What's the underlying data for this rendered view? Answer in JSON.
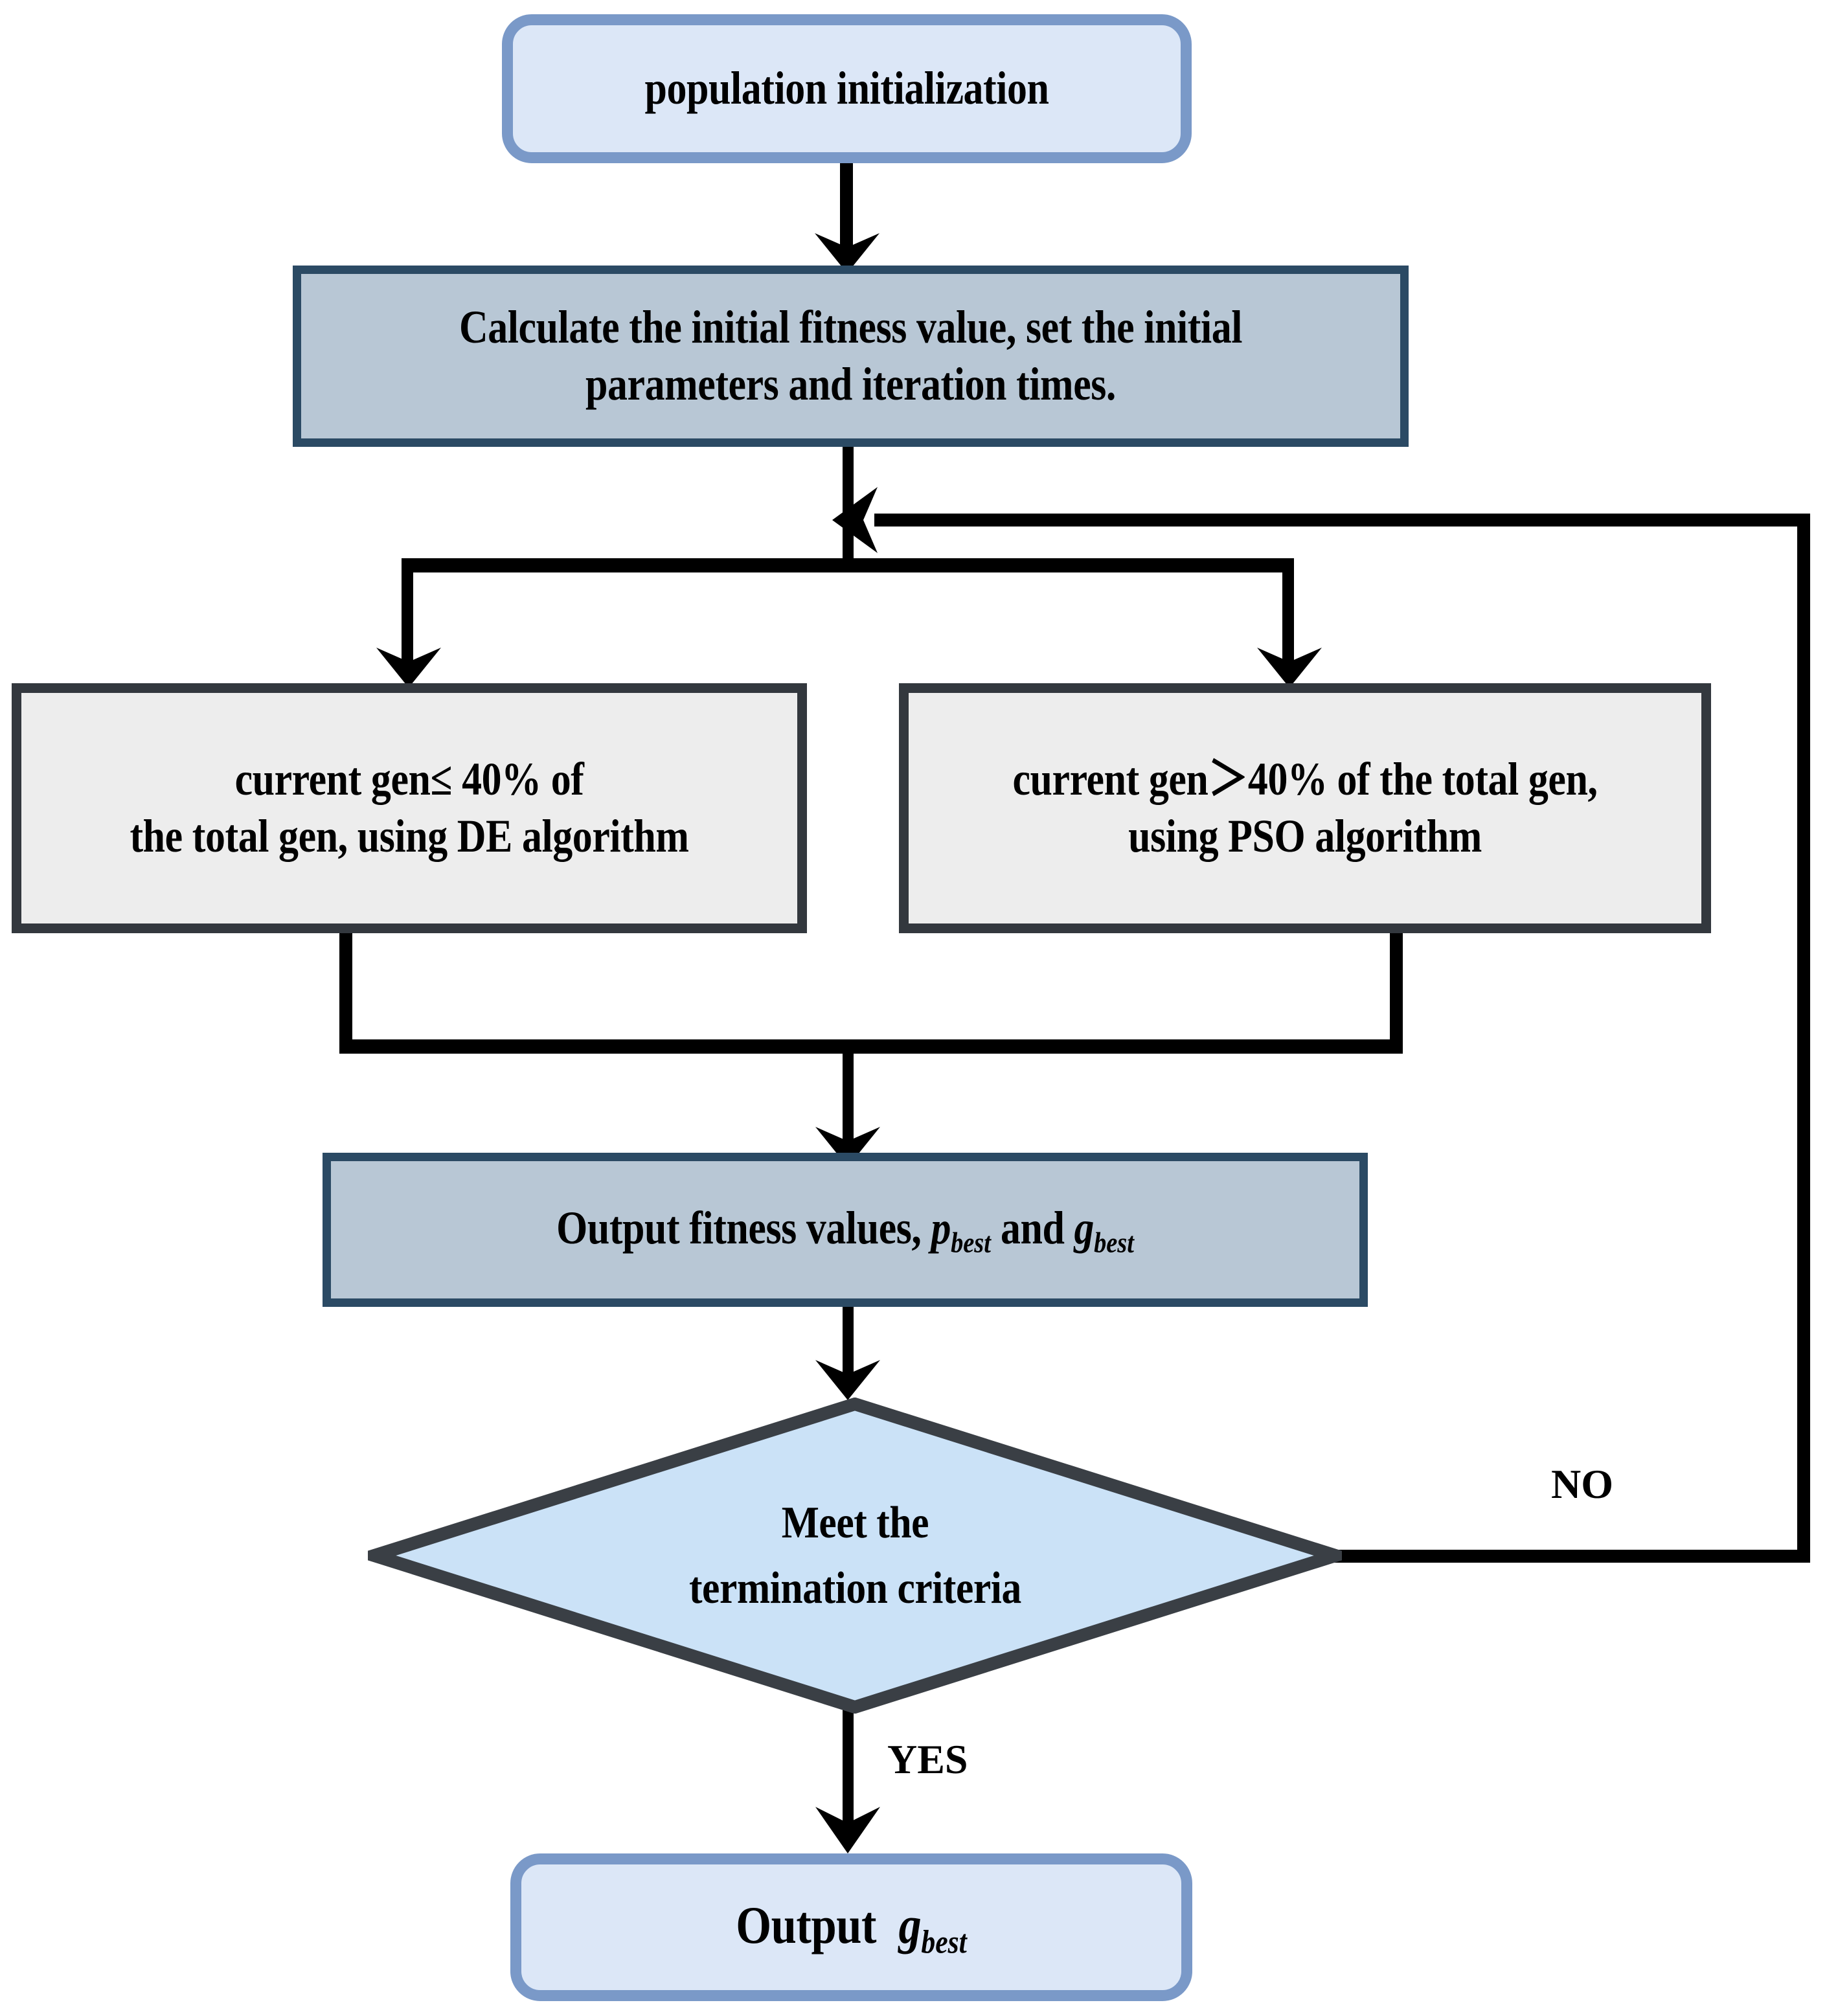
{
  "diagram": {
    "title": "Hybrid DE-PSO algorithm flowchart",
    "type": "flowchart",
    "colors": {
      "terminator_fill": "#dce7f7",
      "terminator_border": "#7a99c8",
      "process_fill": "#b8c7d5",
      "process_border": "#2b4a64",
      "branch_fill": "#ededed",
      "branch_border": "#33383e",
      "decision_fill": "#cbe2f7",
      "decision_border": "#3a3f45",
      "connector": "#000000",
      "background": "#ffffff"
    }
  },
  "nodes": {
    "start": {
      "label": "population initialization",
      "shape": "rounded-terminator"
    },
    "init_params": {
      "label": "Calculate the initial fitness value, set the initial parameters and iteration times.",
      "shape": "process"
    },
    "branch_de": {
      "line1": "current gen≤ 40% of",
      "line2": "the total gen, using DE algorithm",
      "shape": "process-branch"
    },
    "branch_pso": {
      "line1": "current gen＞40% of the total gen,",
      "line2": "using PSO algorithm",
      "shape": "process-branch"
    },
    "output_fitness": {
      "prefix": "Output fitness values,",
      "var1": "p",
      "var1_sub": "best",
      "conjunction": "and",
      "var2": "g",
      "var2_sub": "best",
      "shape": "process"
    },
    "decision": {
      "line1": "Meet the",
      "line2": "termination criteria",
      "shape": "diamond"
    },
    "end": {
      "prefix": "Output",
      "var": "g",
      "var_sub": "best",
      "shape": "rounded-terminator"
    }
  },
  "edges": {
    "yes_label": "YES",
    "no_label": "NO"
  }
}
